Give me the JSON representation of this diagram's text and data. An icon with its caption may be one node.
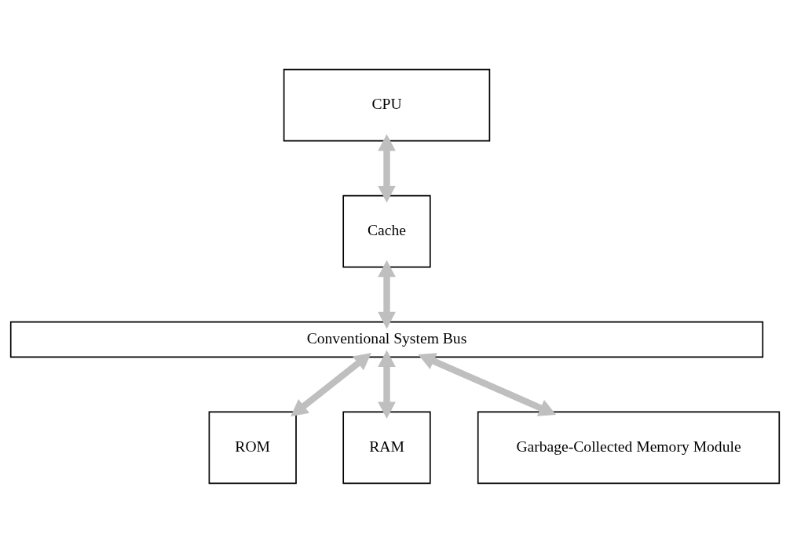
{
  "diagram": {
    "nodes": [
      {
        "text": [
          "CPU"
        ]
      },
      {
        "text": [
          "Cache"
        ]
      },
      {
        "text": [
          "Conventional System Bus"
        ]
      },
      {
        "text": [
          "ROM"
        ]
      },
      {
        "text": [
          "RAM"
        ]
      },
      {
        "text": [
          "Garbage-Collected Memory Module"
        ]
      }
    ],
    "edges": [
      {
        "from": 0,
        "to": 1,
        "arrow": "both"
      },
      {
        "from": 1,
        "to": 2,
        "arrow": "both"
      },
      {
        "from": 2,
        "to": 3,
        "arrow": "both"
      },
      {
        "from": 2,
        "to": 4,
        "arrow": "both"
      },
      {
        "from": 2,
        "to": 5,
        "arrow": "both"
      }
    ]
  }
}
